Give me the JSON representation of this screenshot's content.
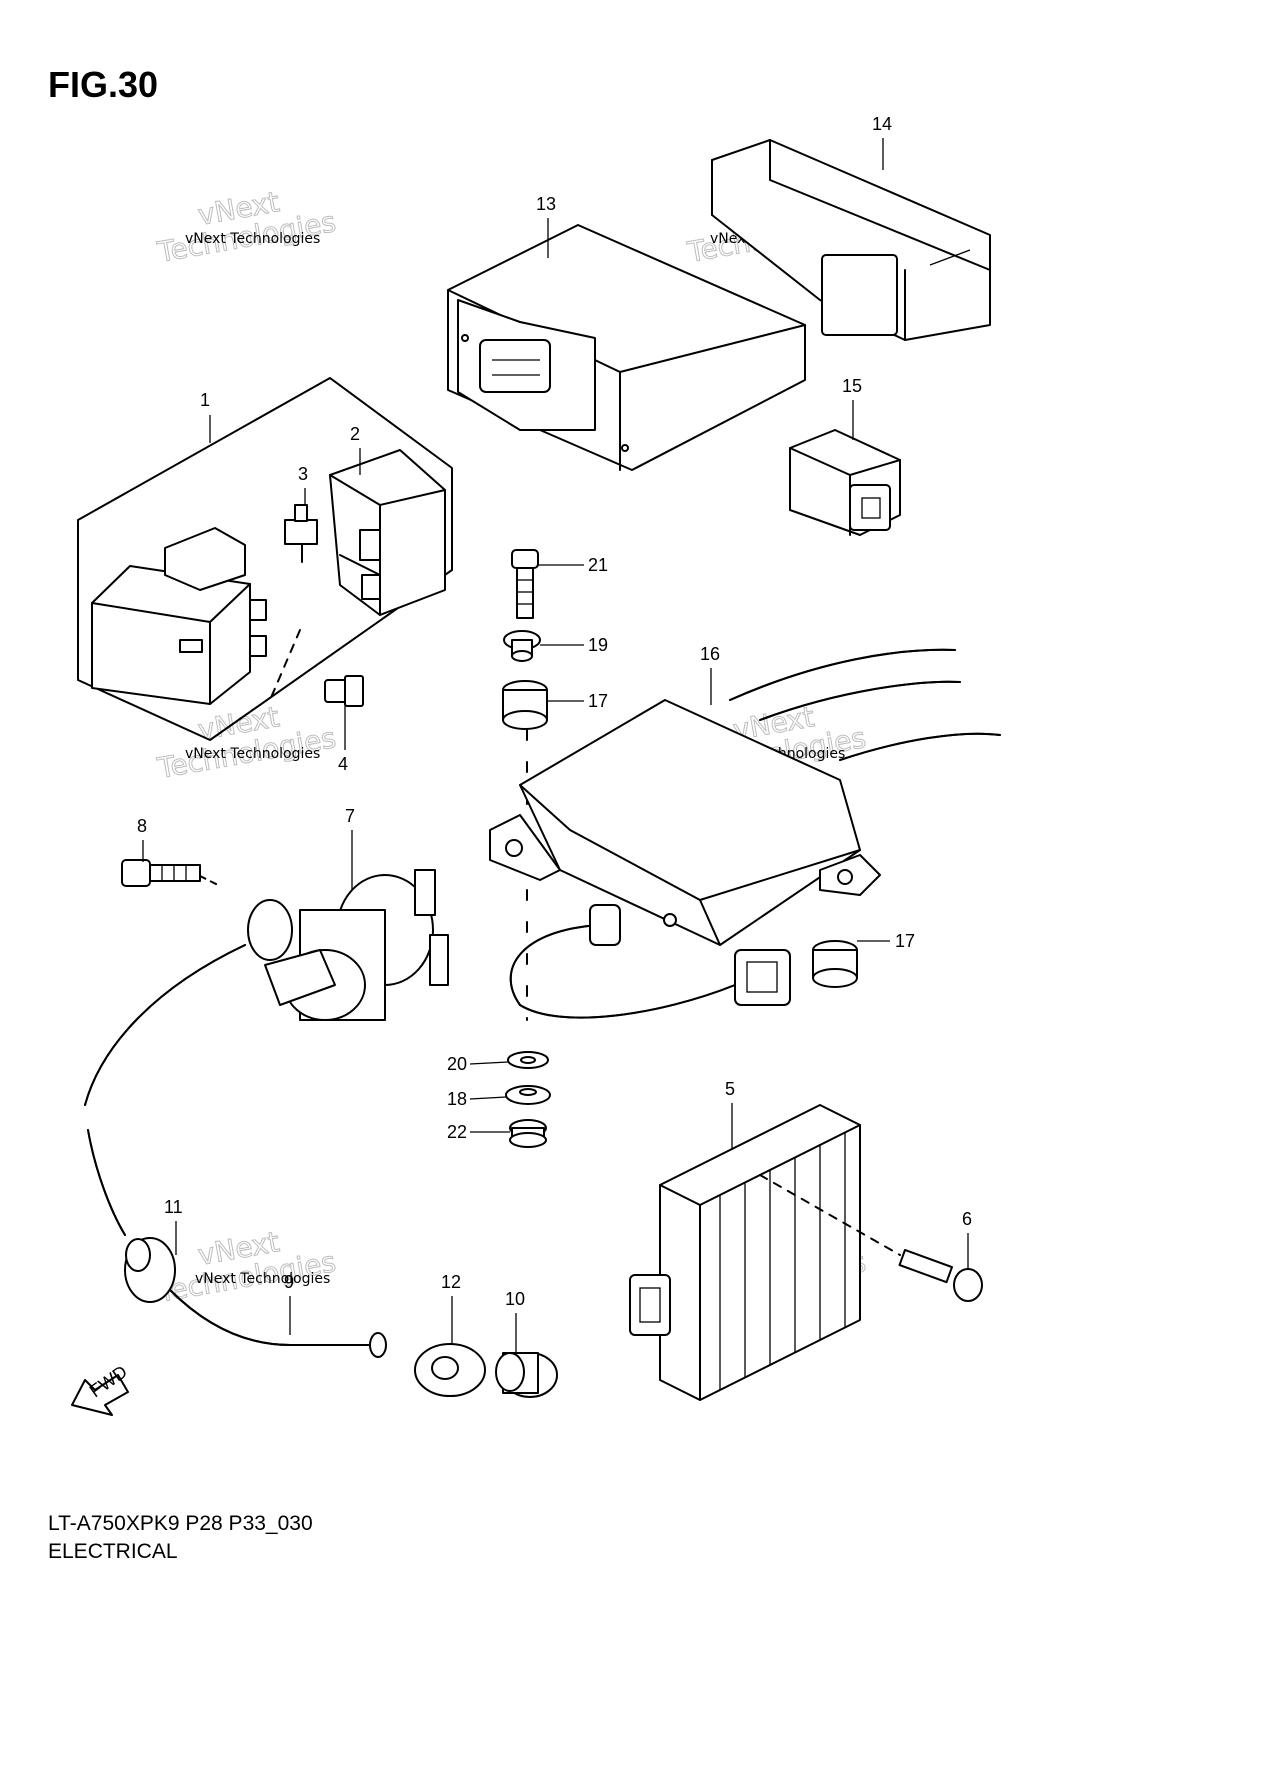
{
  "figure": {
    "title": "FIG.30",
    "model_code": "LT-A750XPK9 P28 P33_030",
    "section_name": "ELECTRICAL"
  },
  "watermark": {
    "line_small": "vNext Technologies",
    "line_big_1": "vNext",
    "line_big_2": "Technologies"
  },
  "direction_marker": {
    "label": "FWD",
    "icon": "arrow-left-down-icon"
  },
  "callouts": [
    "1",
    "2",
    "3",
    "4",
    "5",
    "6",
    "7",
    "8",
    "9",
    "10",
    "11",
    "12",
    "13",
    "14",
    "15",
    "16",
    "17",
    "17",
    "18",
    "19",
    "20",
    "21",
    "22"
  ]
}
